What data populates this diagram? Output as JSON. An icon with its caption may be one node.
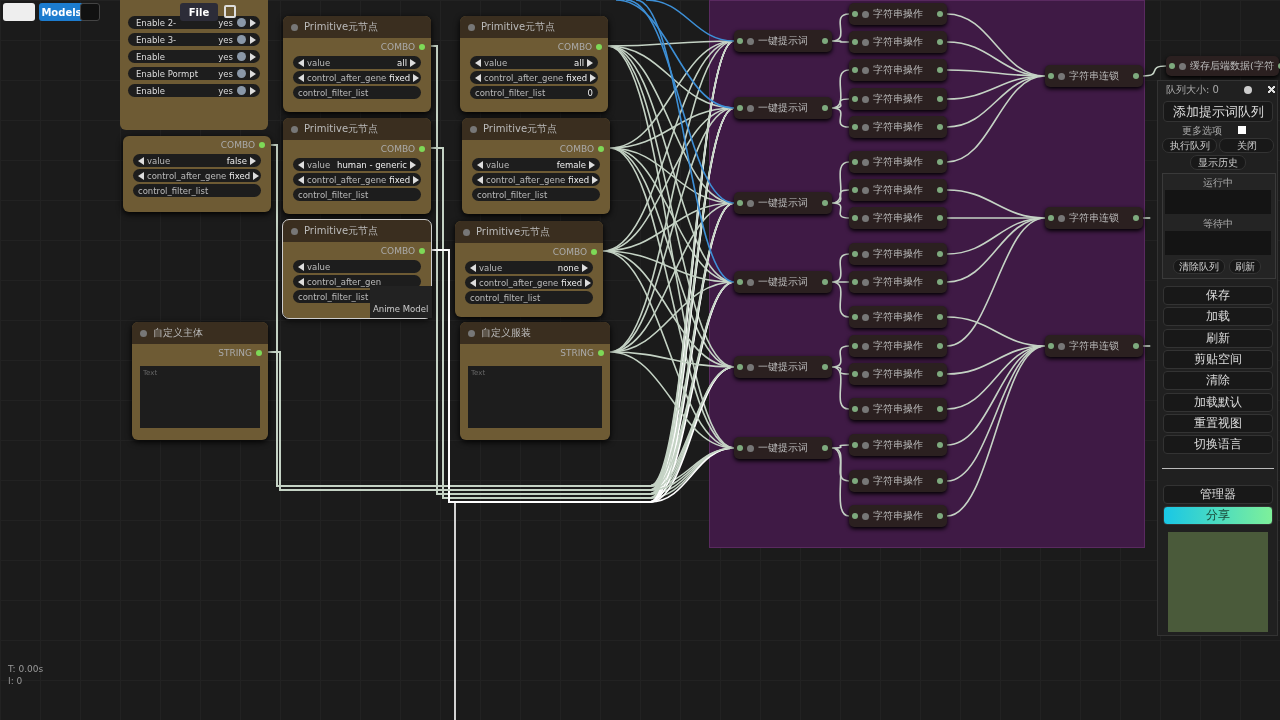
{
  "diagram": {
    "nodes": [
      {
        "text": [
          "Enable 2-",
          "yes",
          "Enable 3-",
          "yes",
          "Enable",
          "yes",
          "Enable Pormpt",
          "yes",
          "Enable",
          "yes"
        ]
      },
      {
        "text": [
          "COMBO",
          "value",
          "false",
          "control_after_gene",
          "fixed",
          "control_filter_list"
        ]
      },
      {
        "text": [
          "Primitive元节点",
          "COMBO",
          "value",
          "all",
          "control_after_gene",
          "fixed",
          "control_filter_list"
        ]
      },
      {
        "text": [
          "Primitive元节点",
          "COMBO",
          "value",
          "all",
          "control_after_gene",
          "fixed",
          "control_filter_list",
          "0"
        ]
      },
      {
        "text": [
          "Primitive元节点",
          "COMBO",
          "value",
          "human - generic",
          "control_after_gene",
          "fixed",
          "control_filter_list"
        ]
      },
      {
        "text": [
          "Primitive元节点",
          "COMBO",
          "value",
          "female",
          "control_after_gene",
          "fixed",
          "control_filter_list"
        ]
      },
      {
        "text": [
          "Primitive元节点",
          "COMBO",
          "value",
          "control_after_gen",
          "control_filter_list"
        ]
      },
      {
        "text": [
          "Primitive元节点",
          "COMBO",
          "value",
          "none",
          "control_after_gene",
          "fixed",
          "control_filter_list"
        ]
      },
      {
        "text": [
          "自定义主体",
          "STRING",
          "Text"
        ]
      },
      {
        "text": [
          "自定义服装",
          "STRING",
          "Text"
        ]
      },
      {
        "text": [],
        "shape": "box"
      },
      {
        "text": [
          "一键提示词"
        ],
        "in": 10
      },
      {
        "text": [
          "一键提示词"
        ],
        "in": 10
      },
      {
        "text": [
          "一键提示词"
        ],
        "in": 10
      },
      {
        "text": [
          "一键提示词"
        ],
        "in": 10
      },
      {
        "text": [
          "一键提示词"
        ],
        "in": 10
      },
      {
        "text": [
          "一键提示词"
        ],
        "in": 10
      },
      {
        "text": [
          "字符串操作"
        ],
        "in": 10
      },
      {
        "text": [
          "字符串操作"
        ],
        "in": 10
      },
      {
        "text": [
          "字符串操作"
        ],
        "in": 10
      },
      {
        "text": [
          "字符串操作"
        ],
        "in": 10
      },
      {
        "text": [
          "字符串操作"
        ],
        "in": 10
      },
      {
        "text": [
          "字符串操作"
        ],
        "in": 10
      },
      {
        "text": [
          "字符串操作"
        ],
        "in": 10
      },
      {
        "text": [
          "字符串操作"
        ],
        "in": 10
      },
      {
        "text": [
          "字符串操作"
        ],
        "in": 10
      },
      {
        "text": [
          "字符串操作"
        ],
        "in": 10
      },
      {
        "text": [
          "字符串操作"
        ],
        "in": 10
      },
      {
        "text": [
          "字符串操作"
        ],
        "in": 10
      },
      {
        "text": [
          "字符串操作"
        ],
        "in": 10
      },
      {
        "text": [
          "字符串操作"
        ],
        "in": 10
      },
      {
        "text": [
          "字符串操作"
        ],
        "in": 10
      },
      {
        "text": [
          "字符串操作"
        ],
        "in": 10
      },
      {
        "text": [
          "字符串操作"
        ],
        "in": 10
      },
      {
        "text": [
          "字符串连锁"
        ],
        "in": 10
      },
      {
        "text": [
          "字符串连锁"
        ],
        "in": 10
      },
      {
        "text": [
          "字符串连锁"
        ],
        "in": 10
      },
      {
        "text": [
          "缓存后端数据(字符"
        ]
      }
    ],
    "edges": [
      {
        "from": 1,
        "to": 11,
        "arrow": "none"
      },
      {
        "from": 1,
        "to": 12,
        "arrow": "none"
      },
      {
        "from": 1,
        "to": 13,
        "arrow": "none"
      },
      {
        "from": 1,
        "to": 14,
        "arrow": "none"
      },
      {
        "from": 1,
        "to": 15,
        "arrow": "none"
      },
      {
        "from": 1,
        "to": 16,
        "arrow": "none"
      },
      {
        "from": 2,
        "to": 11,
        "arrow": "none"
      },
      {
        "from": 2,
        "to": 12,
        "arrow": "none"
      },
      {
        "from": 2,
        "to": 13,
        "arrow": "none"
      },
      {
        "from": 2,
        "to": 14,
        "arrow": "none"
      },
      {
        "from": 2,
        "to": 15,
        "arrow": "none"
      },
      {
        "from": 2,
        "to": 16,
        "arrow": "none"
      },
      {
        "from": 3,
        "to": 11,
        "arrow": "none"
      },
      {
        "from": 3,
        "to": 12,
        "arrow": "none"
      },
      {
        "from": 3,
        "to": 13,
        "arrow": "none"
      },
      {
        "from": 3,
        "to": 14,
        "arrow": "none"
      },
      {
        "from": 3,
        "to": 15,
        "arrow": "none"
      },
      {
        "from": 3,
        "to": 16,
        "arrow": "none"
      },
      {
        "from": 4,
        "to": 11,
        "arrow": "none"
      },
      {
        "from": 4,
        "to": 12,
        "arrow": "none"
      },
      {
        "from": 4,
        "to": 13,
        "arrow": "none"
      },
      {
        "from": 4,
        "to": 14,
        "arrow": "none"
      },
      {
        "from": 4,
        "to": 15,
        "arrow": "none"
      },
      {
        "from": 4,
        "to": 16,
        "arrow": "none"
      },
      {
        "from": 5,
        "to": 11,
        "arrow": "none"
      },
      {
        "from": 5,
        "to": 12,
        "arrow": "none"
      },
      {
        "from": 5,
        "to": 13,
        "arrow": "none"
      },
      {
        "from": 5,
        "to": 14,
        "arrow": "none"
      },
      {
        "from": 5,
        "to": 15,
        "arrow": "none"
      },
      {
        "from": 5,
        "to": 16,
        "arrow": "none"
      },
      {
        "from": 6,
        "to": 11,
        "arrow": "none",
        "color": "#ffffff"
      },
      {
        "from": 6,
        "to": 12,
        "arrow": "none",
        "color": "#ffffff"
      },
      {
        "from": 6,
        "to": 13,
        "arrow": "none",
        "color": "#ffffff"
      },
      {
        "from": 6,
        "to": 14,
        "arrow": "none",
        "color": "#ffffff"
      },
      {
        "from": 6,
        "to": 15,
        "arrow": "none",
        "color": "#ffffff"
      },
      {
        "from": 6,
        "to": 16,
        "arrow": "none",
        "color": "#ffffff"
      },
      {
        "from": 6,
        "to": null,
        "arrow": "none",
        "color": "#ffffff"
      },
      {
        "from": 7,
        "to": 11,
        "arrow": "none"
      },
      {
        "from": 7,
        "to": 12,
        "arrow": "none"
      },
      {
        "from": 7,
        "to": 13,
        "arrow": "none"
      },
      {
        "from": 7,
        "to": 14,
        "arrow": "none"
      },
      {
        "from": 7,
        "to": 15,
        "arrow": "none"
      },
      {
        "from": 7,
        "to": 16,
        "arrow": "none"
      },
      {
        "from": 8,
        "to": 11,
        "arrow": "none"
      },
      {
        "from": 8,
        "to": 12,
        "arrow": "none"
      },
      {
        "from": 8,
        "to": 13,
        "arrow": "none"
      },
      {
        "from": 8,
        "to": 14,
        "arrow": "none"
      },
      {
        "from": 8,
        "to": 15,
        "arrow": "none"
      },
      {
        "from": 8,
        "to": 16,
        "arrow": "none"
      },
      {
        "from": 9,
        "to": 11,
        "arrow": "none"
      },
      {
        "from": 9,
        "to": 12,
        "arrow": "none"
      },
      {
        "from": 9,
        "to": 13,
        "arrow": "none"
      },
      {
        "from": 9,
        "to": 14,
        "arrow": "none"
      },
      {
        "from": 9,
        "to": 15,
        "arrow": "none"
      },
      {
        "from": 9,
        "to": 16,
        "arrow": "none"
      },
      {
        "from": null,
        "to": 11,
        "arrow": "none",
        "color": "#3d8fd6"
      },
      {
        "from": null,
        "to": 12,
        "arrow": "none",
        "color": "#3d8fd6"
      },
      {
        "from": null,
        "to": 13,
        "arrow": "none",
        "color": "#3d8fd6"
      },
      {
        "from": null,
        "to": 14,
        "arrow": "none",
        "color": "#3d8fd6"
      },
      {
        "from": 11,
        "to": 17,
        "arrow": "none"
      },
      {
        "from": 11,
        "to": 18,
        "arrow": "none"
      },
      {
        "from": 12,
        "to": 19,
        "arrow": "none"
      },
      {
        "from": 12,
        "to": 20,
        "arrow": "none"
      },
      {
        "from": 12,
        "to": 21,
        "arrow": "none"
      },
      {
        "from": 13,
        "to": 22,
        "arrow": "none"
      },
      {
        "from": 13,
        "to": 23,
        "arrow": "none"
      },
      {
        "from": 13,
        "to": 24,
        "arrow": "none"
      },
      {
        "from": 14,
        "to": 25,
        "arrow": "none"
      },
      {
        "from": 14,
        "to": 26,
        "arrow": "none"
      },
      {
        "from": 14,
        "to": 27,
        "arrow": "none"
      },
      {
        "from": 15,
        "to": 28,
        "arrow": "none"
      },
      {
        "from": 15,
        "to": 29,
        "arrow": "none"
      },
      {
        "from": 15,
        "to": 30,
        "arrow": "none"
      },
      {
        "from": 16,
        "to": 31,
        "arrow": "none"
      },
      {
        "from": 16,
        "to": 32,
        "arrow": "none"
      },
      {
        "from": 16,
        "to": 33,
        "arrow": "none"
      },
      {
        "from": 17,
        "to": 34,
        "arrow": "none"
      },
      {
        "from": 18,
        "to": 34,
        "arrow": "none"
      },
      {
        "from": 19,
        "to": 34,
        "arrow": "none"
      },
      {
        "from": 20,
        "to": 34,
        "arrow": "none"
      },
      {
        "from": 21,
        "to": 34,
        "arrow": "none"
      },
      {
        "from": 22,
        "to": 34,
        "arrow": "none"
      },
      {
        "from": 23,
        "to": 35,
        "arrow": "none"
      },
      {
        "from": 24,
        "to": 35,
        "arrow": "none"
      },
      {
        "from": 25,
        "to": 35,
        "arrow": "none"
      },
      {
        "from": 26,
        "to": 35,
        "arrow": "none"
      },
      {
        "from": 28,
        "to": 35,
        "arrow": "none"
      },
      {
        "from": 27,
        "to": 36,
        "arrow": "none"
      },
      {
        "from": 29,
        "to": 36,
        "arrow": "none"
      },
      {
        "from": 30,
        "to": 36,
        "arrow": "none"
      },
      {
        "from": 31,
        "to": 36,
        "arrow": "none"
      },
      {
        "from": 32,
        "to": 36,
        "arrow": "none"
      },
      {
        "from": 33,
        "to": 36,
        "arrow": "none"
      },
      {
        "from": 34,
        "to": 37,
        "arrow": "none"
      },
      {
        "from": 35,
        "to": null,
        "arrow": "none"
      },
      {
        "from": 36,
        "to": null,
        "arrow": "none"
      }
    ],
    "labels": [
      "Models",
      "File",
      "队列大小: 0",
      "添加提示词队列",
      "更多选项",
      "执行队列",
      "关闭",
      "显示历史",
      "运行中",
      "等待中",
      "清除队列",
      "刷新",
      "保存",
      "加载",
      "刷新",
      "剪贴空间",
      "清除",
      "加载默认",
      "重置视图",
      "切换语言",
      "管理器",
      "分享",
      "Anime Model",
      "T: 0.00s",
      "I: 0"
    ]
  }
}
